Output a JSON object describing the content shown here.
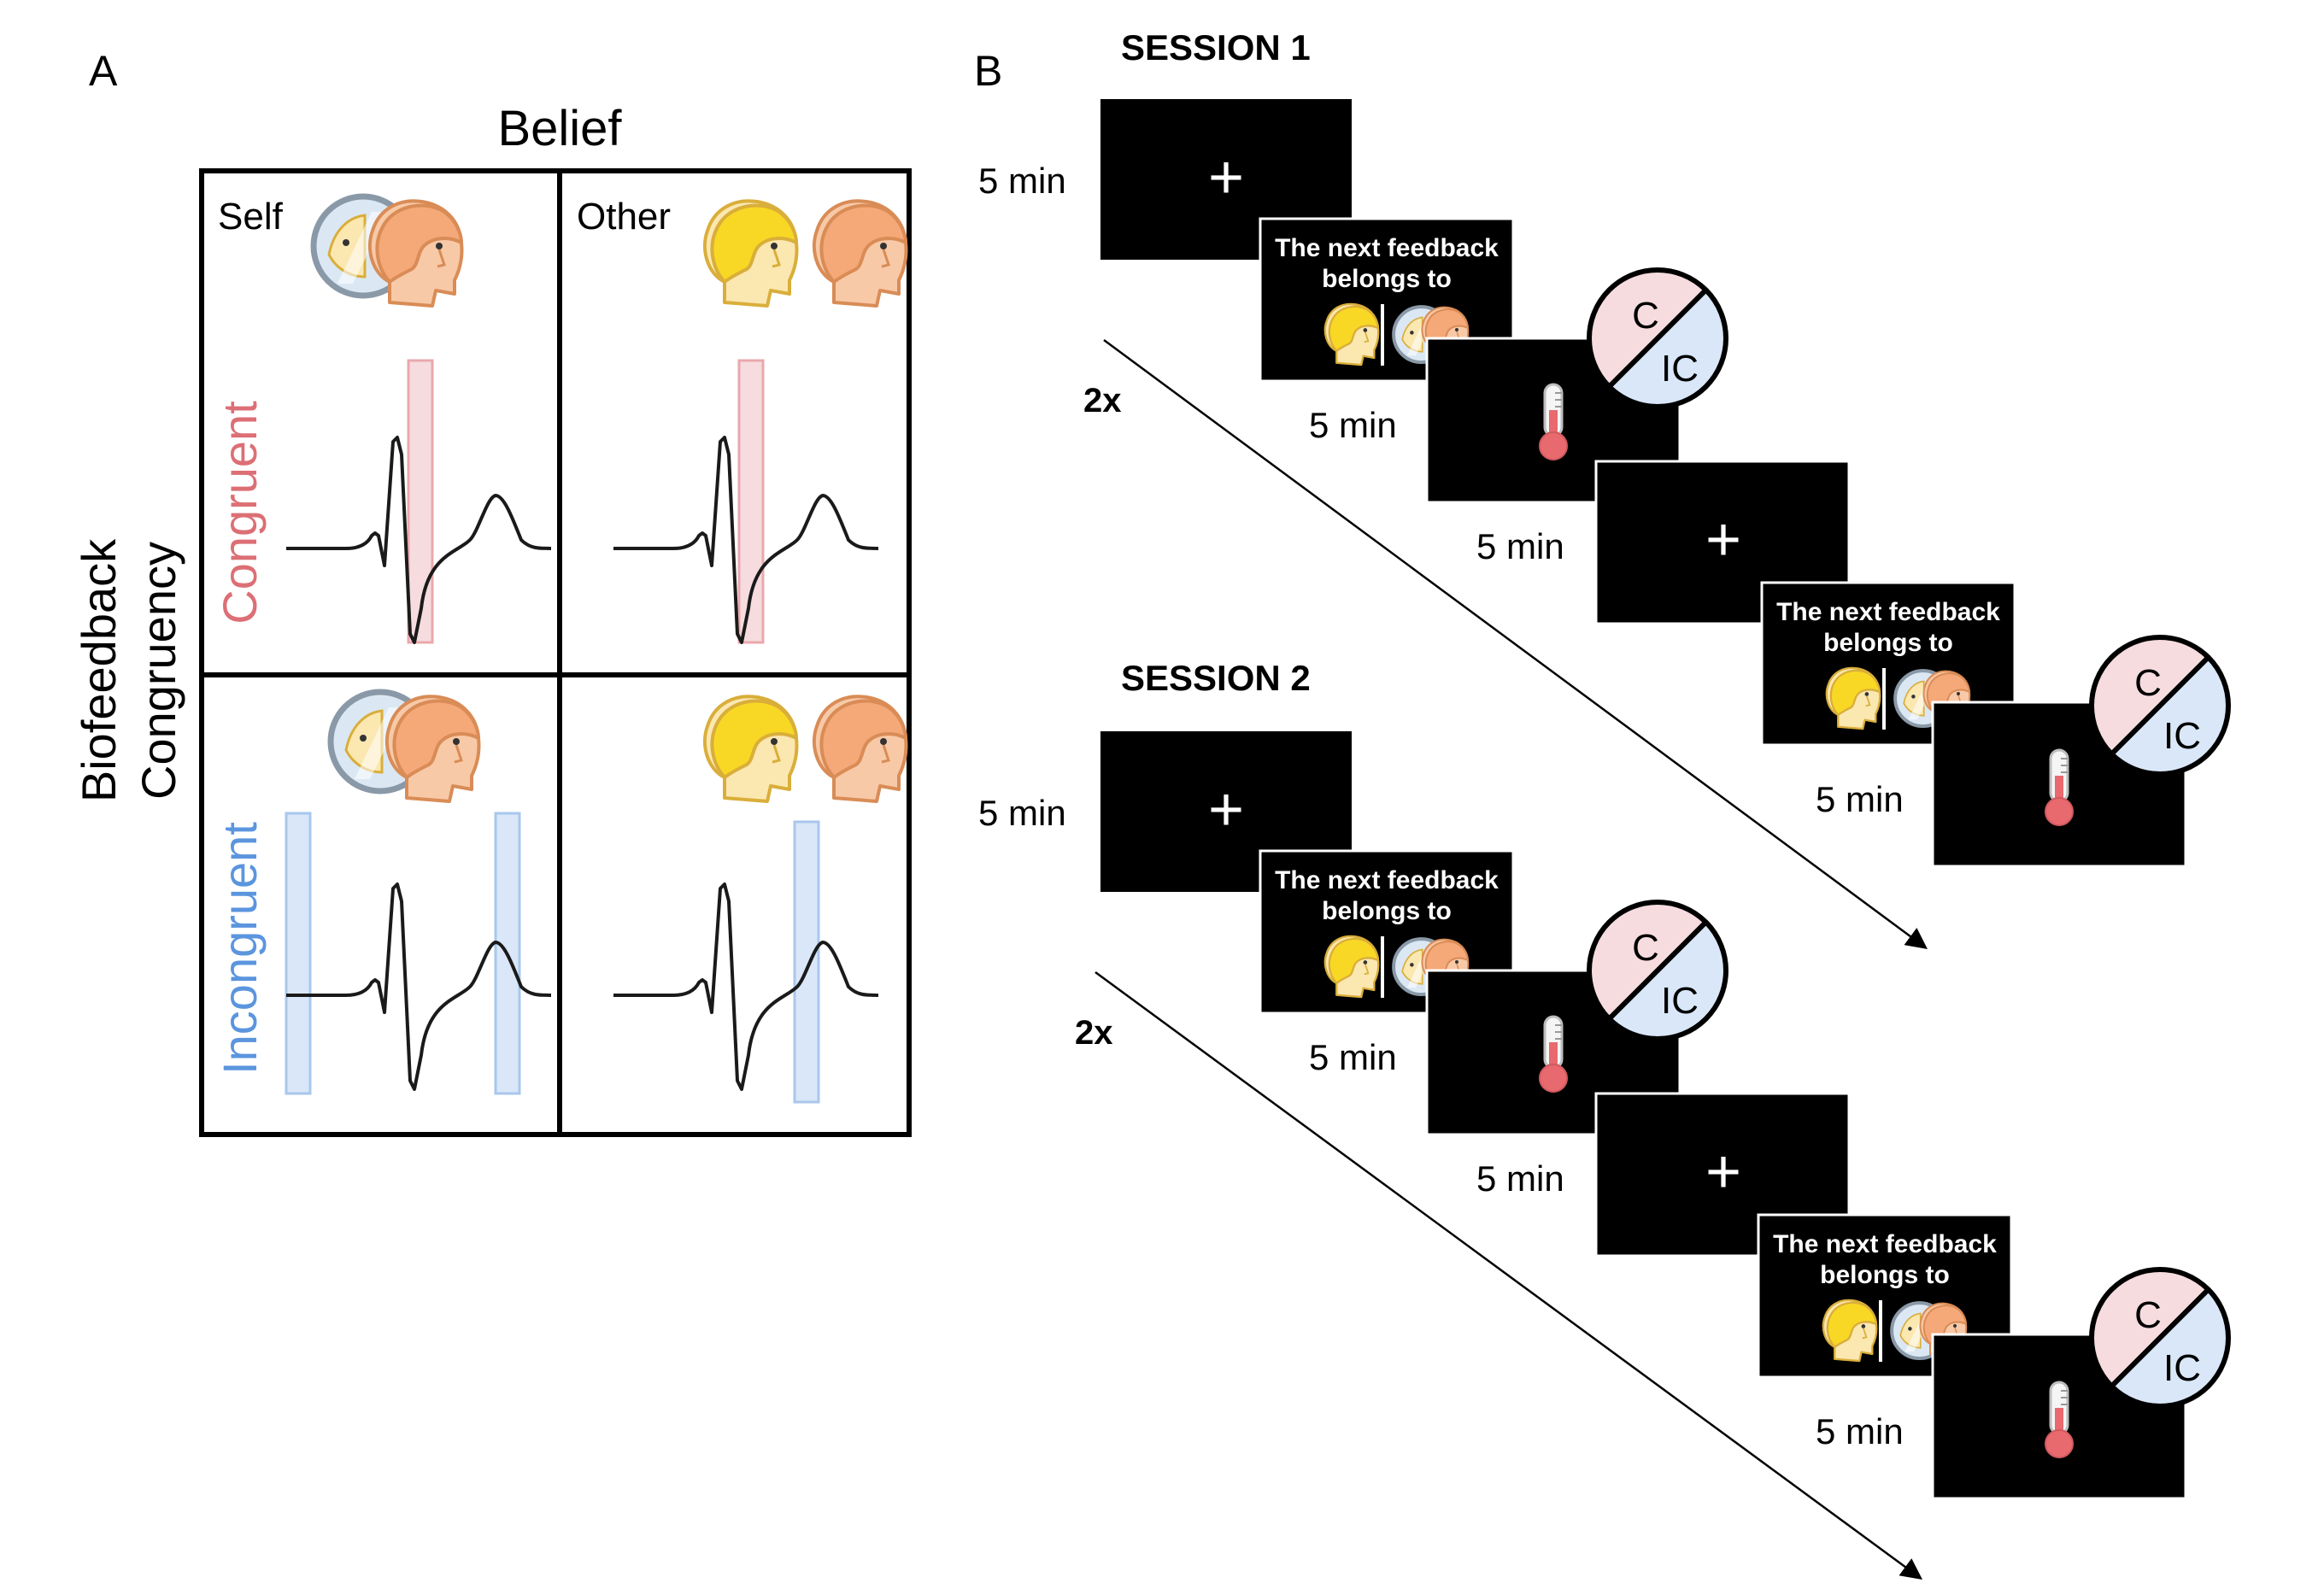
{
  "panel_a": {
    "label": "A",
    "column_title": "Belief",
    "row_title_line1": "Biofeedback",
    "row_title_line2": "Congruency",
    "col_self": "Self",
    "col_other": "Other",
    "row_congruent": "Congruent",
    "row_incongruent": "Incongruent"
  },
  "panel_b": {
    "label": "B",
    "session1": "SESSION 1",
    "session2": "SESSION 2",
    "repeat": "2x",
    "duration": "5 min",
    "cue_line1": "The next feedback",
    "cue_line2": "belongs to",
    "fixation": "+",
    "cond_c": "C",
    "cond_ic": "IC"
  },
  "colors": {
    "congruent": "#dc6f75",
    "incongruent": "#5b95de",
    "congruent_fill": "#f6dcdf",
    "incongruent_fill": "#d9e7f8",
    "self_face": "#f7b48e",
    "other_face": "#f8d824",
    "mirror": "#dceaf6"
  },
  "icons": [
    "mirror-icon",
    "head-icon",
    "thermometer-icon",
    "fixation-cross-icon"
  ]
}
